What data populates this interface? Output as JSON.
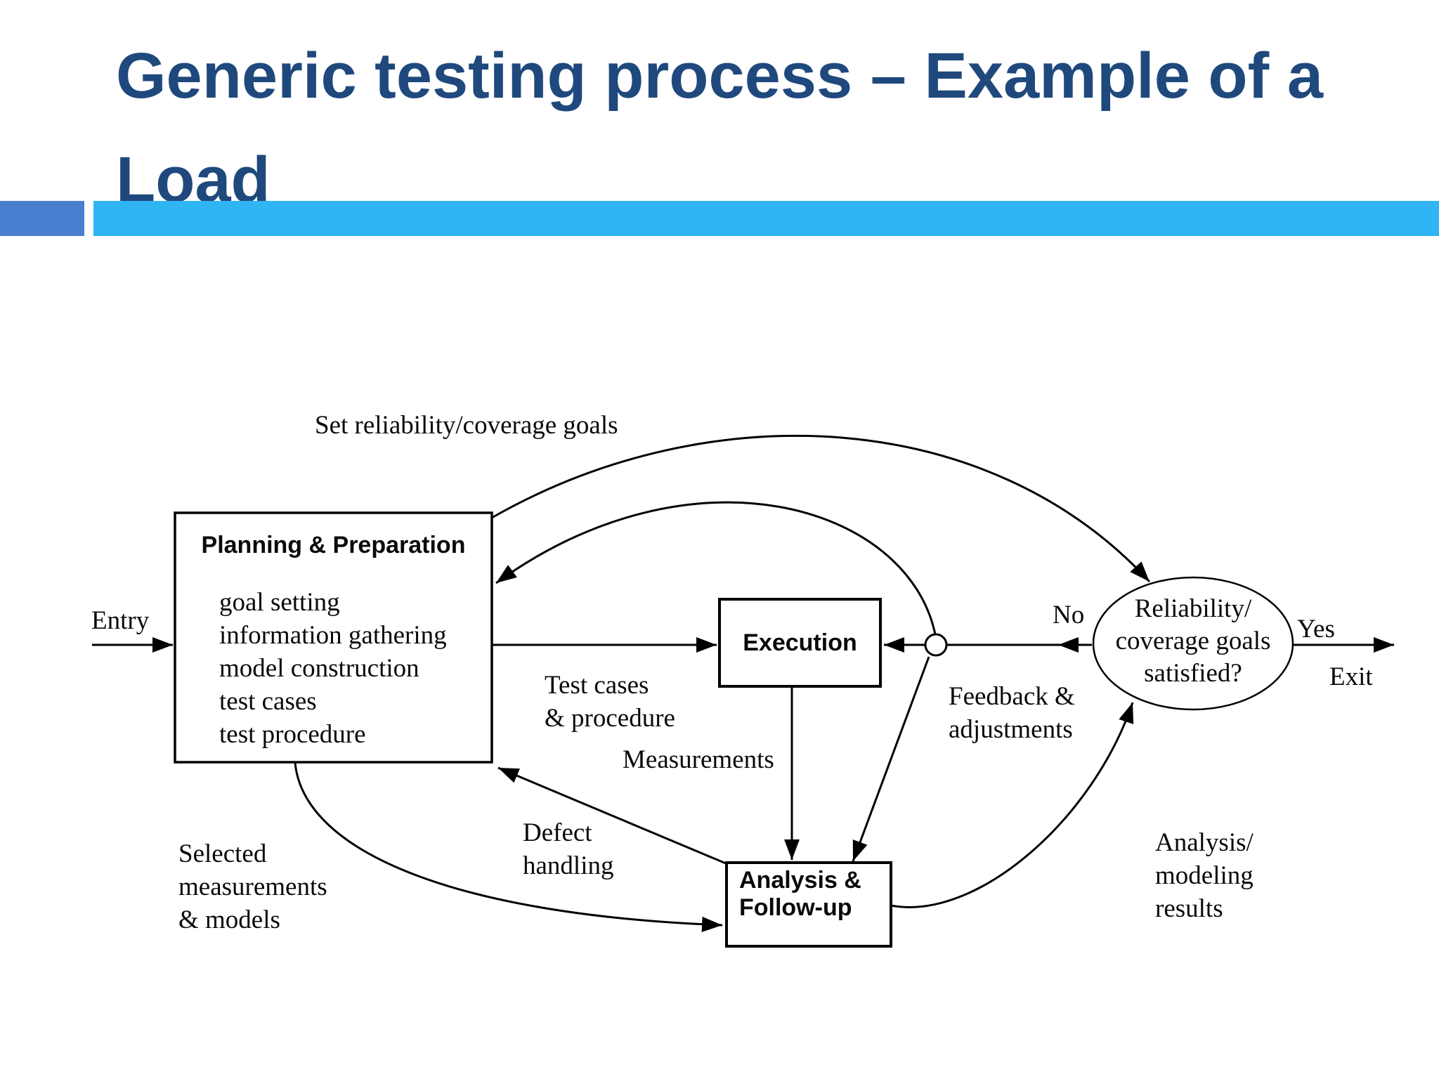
{
  "slide": {
    "title_line1": "Generic testing process – Example of a",
    "title_line2": "Load",
    "title_color": "#1F497D",
    "accent_bar_left_color": "#4A7FD0",
    "accent_bar_right_color": "#30B4F4"
  },
  "diagram": {
    "boxes": {
      "planning": {
        "title": "Planning & Preparation",
        "items": [
          "goal setting",
          "information gathering",
          "model construction",
          "test cases",
          "test procedure"
        ]
      },
      "execution": {
        "title": "Execution"
      },
      "analysis": {
        "line1": "Analysis &",
        "line2": "Follow-up"
      }
    },
    "decision": {
      "line1": "Reliability/",
      "line2": "coverage goals",
      "line3": "satisfied?"
    },
    "labels": {
      "set_goals": "Set reliability/coverage goals",
      "entry": "Entry",
      "exit": "Exit",
      "no": "No",
      "yes": "Yes",
      "test_cases": [
        "Test cases",
        "& procedure"
      ],
      "feedback": [
        "Feedback &",
        "adjustments"
      ],
      "measurements": "Measurements",
      "defect": [
        "Defect",
        "handling"
      ],
      "selected": [
        "Selected",
        "measurements",
        "& models"
      ],
      "results": [
        "Analysis/",
        "modeling",
        "results"
      ]
    }
  }
}
